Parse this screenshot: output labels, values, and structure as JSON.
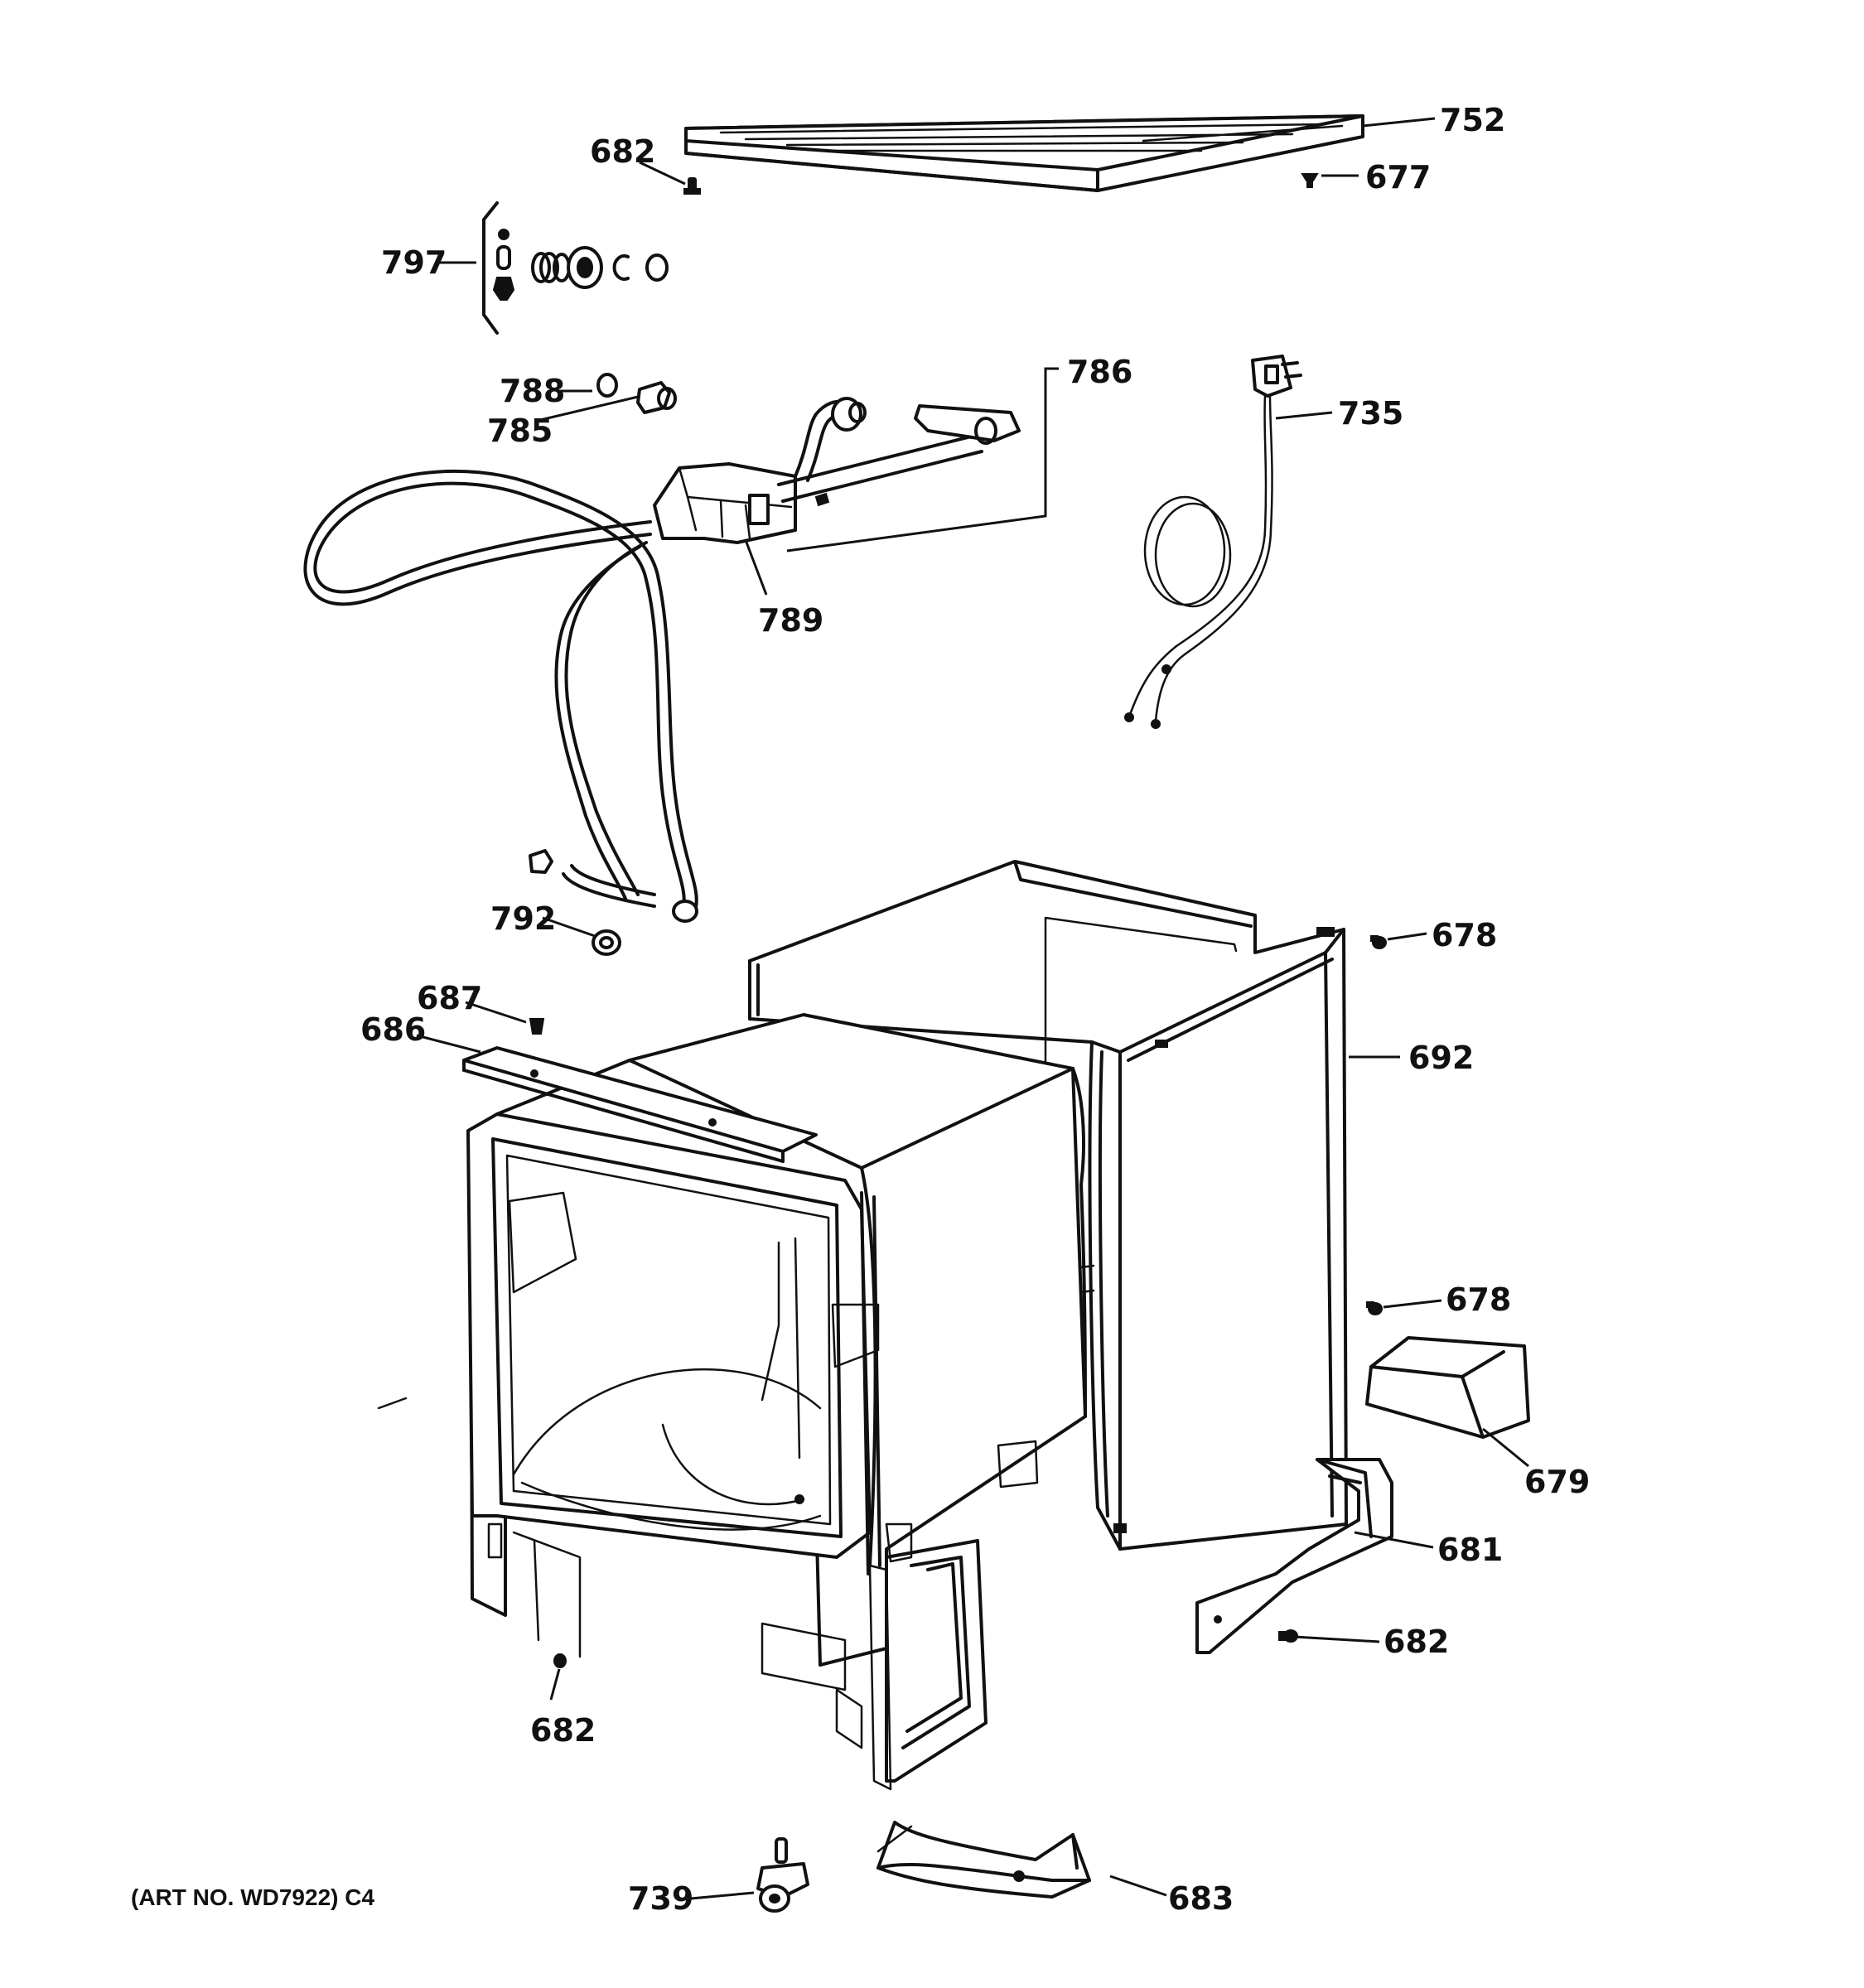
{
  "callouts": {
    "c752": "752",
    "c682_top": "682",
    "c677": "677",
    "c797": "797",
    "c786": "786",
    "c788": "788",
    "c785": "785",
    "c735": "735",
    "c789": "789",
    "c792": "792",
    "c678_top": "678",
    "c687": "687",
    "c686": "686",
    "c692": "692",
    "c678_mid": "678",
    "c679": "679",
    "c681": "681",
    "c682_right": "682",
    "c682_bottom": "682",
    "c739": "739",
    "c683": "683"
  },
  "footer": {
    "art_no": "(ART NO. WD7922) C4"
  }
}
